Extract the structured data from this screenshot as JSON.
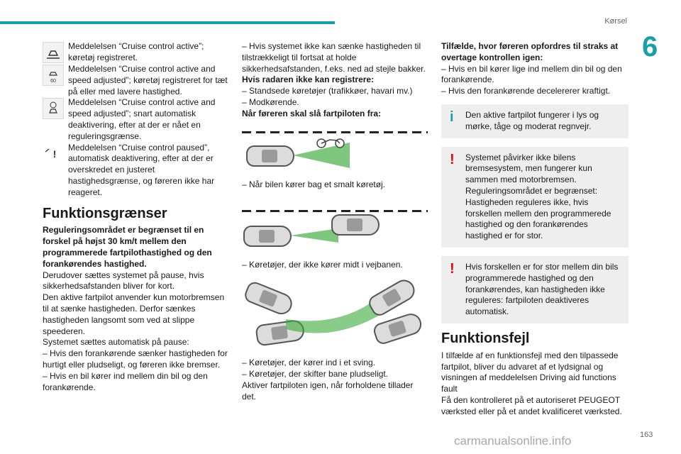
{
  "header": {
    "section": "Kørsel",
    "chapter": "6",
    "page": "163"
  },
  "watermark": "carmanualsonline.info",
  "col1": {
    "msg1": "Meddelelsen “Cruise control active”; køretøj registreret.",
    "msg2": "Meddelelsen “Cruise control active and speed adjusted”; køretøj registreret for tæt på eller med lavere hastighed.",
    "msg2_icon": "60",
    "msg3": "Meddelelsen “Cruise control active and speed adjusted”; snart automatisk deaktivering, efter at der er nået en reguleringsgrænse.",
    "msg4": "Meddelelsen “Cruise control paused”, automatisk deaktivering, efter at der er overskredet en justeret hastighedsgrænse, og føreren ikke har reageret.",
    "msg4_icon": "!",
    "heading": "Funktionsgrænser",
    "bold_para": "Reguleringsområdet er begrænset til en forskel på højst 30 km/t mellem den programmerede fartpilothastighed og den forankørendes hastighed.",
    "p1": "Derudover sættes systemet på pause, hvis sikkerhedsafstanden bliver for kort.",
    "p2": "Den aktive fartpilot anvender kun motorbremsen til at sænke hastigheden. Derfor sænkes hastigheden langsomt som ved at slippe speederen.",
    "p3": "Systemet sættes automatisk på pause:",
    "p4": "– Hvis den forankørende sænker hastigheden for hurtigt eller pludseligt, og føreren ikke bremser.",
    "p5": "– Hvis en bil kører ind mellem din bil og den forankørende."
  },
  "col2": {
    "p1": "– Hvis systemet ikke kan sænke hastigheden til tilstrækkeligt til fortsat at holde sikkerhedsafstanden, f.eks. ned ad stejle bakker.",
    "bold1": "Hvis radaren ikke kan registrere:",
    "p2": "– Standsede køretøjer (trafikkøer, havari mv.)",
    "p3": "– Modkørende.",
    "bold2": "Når føreren skal slå fartpiloten fra:",
    "cap1": "– Når bilen kører bag et smalt køretøj.",
    "cap2": "– Køretøjer, der ikke kører midt i vejbanen.",
    "cap3a": "– Køretøjer, der kører ind i et sving.",
    "cap3b": "– Køretøjer, der skifter bane pludseligt.",
    "cap3c": "Aktiver fartpiloten igen, når forholdene tillader det."
  },
  "col3": {
    "bold1": "Tilfælde, hvor føreren opfordres til straks at overtage kontrollen igen:",
    "p1": "– Hvis en bil kører lige ind mellem din bil og den forankørende.",
    "p2": "– Hvis den forankørende decelererer kraftigt.",
    "info_icon": "i",
    "info": "Den aktive fartpilot fungerer i lys og mørke, tåge og moderat regnvejr.",
    "warn_icon": "!",
    "warn1_a": "Systemet påvirker ikke bilens bremsesystem, men fungerer kun sammen med motorbremsen.",
    "warn1_b": "Reguleringsområdet er begrænset:",
    "warn1_c": "Hastigheden reguleres ikke, hvis forskellen mellem den programmerede hastighed og den forankørendes hastighed er for stor.",
    "warn2": "Hvis forskellen er for stor mellem din bils programmerede hastighed og den forankørendes, kan hastigheden ikke reguleres: fartpiloten deaktiveres automatisk.",
    "heading": "Funktionsfejl",
    "p3": "I tilfælde af en funktionsfejl med den tilpassede fartpilot, bliver du advaret af et lydsignal og visningen af meddelelsen Driving aid functions fault",
    "p4": "Få den kontrolleret på et autoriseret PEUGEOT værksted eller på et andet kvalificeret værksted."
  },
  "colors": {
    "accent": "#1b9ea6",
    "warning": "#e30613",
    "radar": "#3aa83a"
  }
}
